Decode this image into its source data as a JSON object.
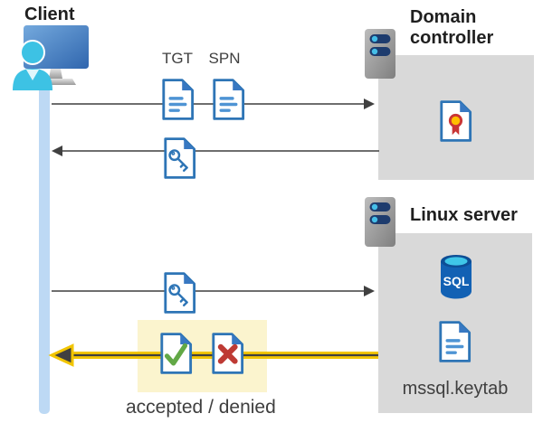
{
  "client": {
    "label": "Client"
  },
  "domain_controller": {
    "label": "Domain\ncontroller"
  },
  "linux_server": {
    "label": "Linux server",
    "sql_label": "SQL",
    "keytab_label": "mssql.keytab"
  },
  "tickets": {
    "tgt_label": "TGT",
    "spn_label": "SPN"
  },
  "result": {
    "label": "accepted / denied"
  },
  "icons": {
    "client": "person-at-computer-icon",
    "server": "server-tower-icon",
    "ticket": "document-icon",
    "session_key": "key-document-icon",
    "certificate": "certificate-document-icon",
    "accepted": "check-document-icon",
    "denied": "x-document-icon",
    "database": "sql-database-icon"
  },
  "colors": {
    "doc_border_blue": "#2E75B6",
    "doc_fold_blue": "#3878C2",
    "doc_line_blue": "#4E94D4",
    "gray_box": "#D9D9D9",
    "timeline_blue": "#BDD9F4",
    "highlight_yellow": "#FBF4CE",
    "arrow_gray": "#595959",
    "arrow_yellow": "#F2C500",
    "arrow_dark": "#404040",
    "person_cyan": "#3DC2E4",
    "monitor_blue": "#4F86C6",
    "sql_body_blue": "#1261B4",
    "sql_top_cyan": "#3FC6E8",
    "check_green": "#62A846",
    "deny_red": "#BE3A34",
    "cert_red": "#C93535",
    "cert_gold": "#FFC000",
    "server_slot_navy": "#1E3C6E"
  }
}
